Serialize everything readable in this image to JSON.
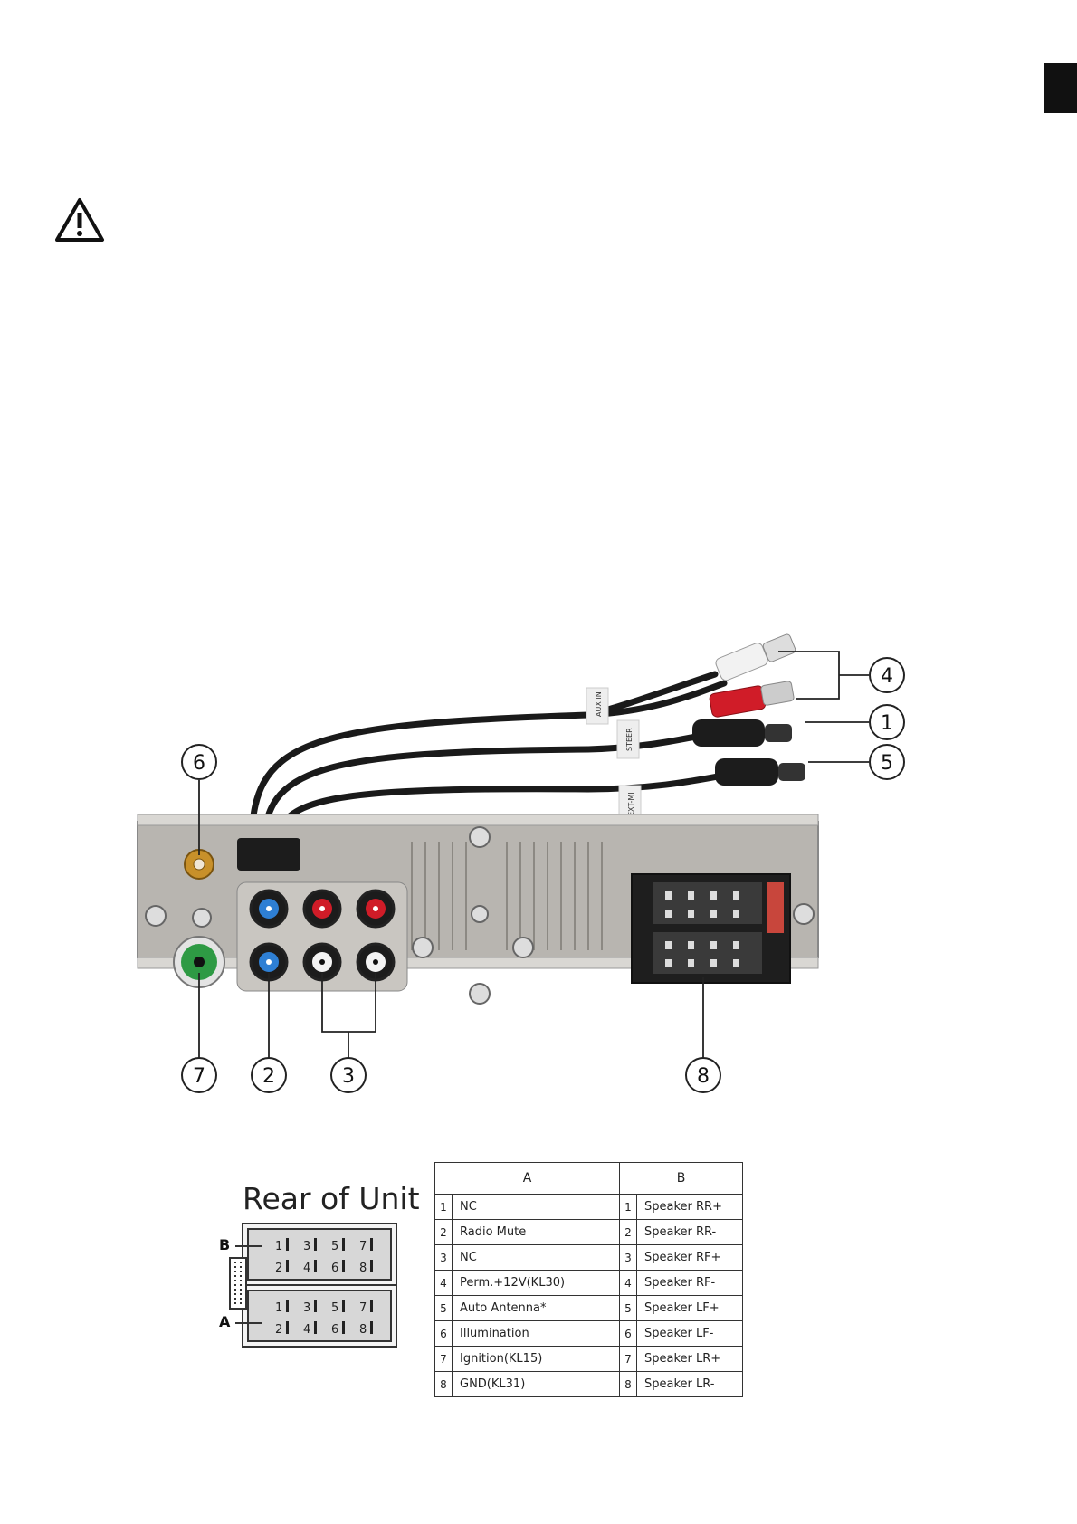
{
  "callouts": [
    "1",
    "2",
    "3",
    "4",
    "5",
    "6",
    "7",
    "8"
  ],
  "cable_labels": {
    "aux": "AUX IN",
    "steer": "STEER",
    "ext": "EXT-MI"
  },
  "rear_of_unit": {
    "title": "Rear of Unit",
    "block_b": "B",
    "block_a": "A",
    "pins_top": [
      "1",
      "3",
      "5",
      "7"
    ],
    "pins_bottom": [
      "2",
      "4",
      "6",
      "8"
    ]
  },
  "pin_table": {
    "header_a": "A",
    "header_b": "B",
    "rows": [
      {
        "a_num": "1",
        "a_label": "NC",
        "b_num": "1",
        "b_label": "Speaker RR+"
      },
      {
        "a_num": "2",
        "a_label": "Radio Mute",
        "b_num": "2",
        "b_label": "Speaker RR-"
      },
      {
        "a_num": "3",
        "a_label": "NC",
        "b_num": "3",
        "b_label": "Speaker RF+"
      },
      {
        "a_num": "4",
        "a_label": "Perm.+12V(KL30)",
        "b_num": "4",
        "b_label": "Speaker RF-"
      },
      {
        "a_num": "5",
        "a_label": "Auto Antenna*",
        "b_num": "5",
        "b_label": "Speaker LF+"
      },
      {
        "a_num": "6",
        "a_label": "Illumination",
        "b_num": "6",
        "b_label": "Speaker LF-"
      },
      {
        "a_num": "7",
        "a_label": "Ignition(KL15)",
        "b_num": "7",
        "b_label": "Speaker LR+"
      },
      {
        "a_num": "8",
        "a_label": "GND(KL31)",
        "b_num": "8",
        "b_label": "Speaker LR-"
      }
    ]
  },
  "colors": {
    "blue_rca": "#2e7fd4",
    "red_rca": "#d01c28",
    "green_jack": "#2e9a44",
    "gold": "#c8902a"
  }
}
